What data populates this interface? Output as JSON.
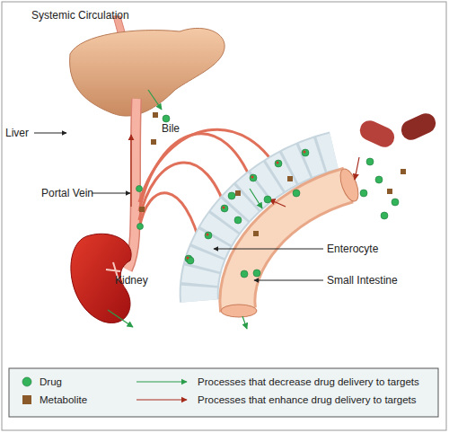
{
  "diagram": {
    "labels": [
      "Systemic Circulation",
      "Liver",
      "Bile",
      "Portal Vein",
      "Kidney",
      "Enterocyte",
      "Small Intestine"
    ],
    "legend": [
      {
        "text": "Drug",
        "color": "#33b35a"
      },
      {
        "text": "Metabolite",
        "color": "#8b5a2b"
      },
      {
        "text": "Processes that decrease drug delivery to targets"
      },
      {
        "text": "Processes that enhance drug delivery to targets"
      }
    ]
  }
}
